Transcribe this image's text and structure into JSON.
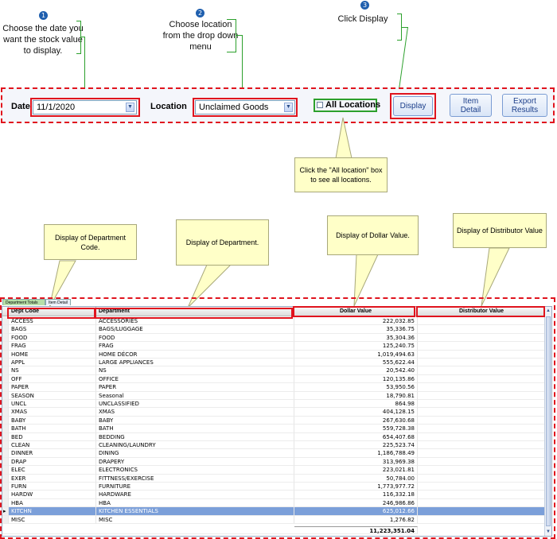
{
  "steps": [
    {
      "number": "1",
      "text": "Choose the date you want the stock value to display."
    },
    {
      "number": "2",
      "text": "Choose location from the drop down menu"
    },
    {
      "number": "3",
      "text": "Click Display"
    }
  ],
  "toolbar": {
    "date_label": "Date",
    "date_value": "11/1/2020",
    "location_label": "Location",
    "location_value": "Unclaimed Goods",
    "all_locations_label": "All Locations",
    "display_button": "Display",
    "item_detail_button": "Item Detail",
    "export_results_button": "Export Results"
  },
  "callouts": {
    "all_locations": "Click the \"All location\" box to see all locations.",
    "dept_code": "Display of Department Code.",
    "department": "Display of Department.",
    "dollar_value": "Display of Dollar Value.",
    "distributor_value": "Display of Distributor Value"
  },
  "tabs": [
    "Department Totals",
    "Item Detail"
  ],
  "columns": [
    "Dept Code",
    "Department",
    "Dollar Value",
    "Distributor Value"
  ],
  "rows": [
    {
      "code": "ACCESS",
      "dept": "ACCESSORIES",
      "dollar": "222,032.85"
    },
    {
      "code": "BAGS",
      "dept": "BAGS/LUGGAGE",
      "dollar": "35,336.75"
    },
    {
      "code": "FOOD",
      "dept": "FOOD",
      "dollar": "35,304.36"
    },
    {
      "code": "FRAG",
      "dept": "FRAG",
      "dollar": "125,240.75"
    },
    {
      "code": "HOME",
      "dept": "HOME DÉCOR",
      "dollar": "1,019,494.63"
    },
    {
      "code": "APPL",
      "dept": "LARGE APPLIANCES",
      "dollar": "555,622.44"
    },
    {
      "code": "NS",
      "dept": "NS",
      "dollar": "20,542.40"
    },
    {
      "code": "OFF",
      "dept": "OFFICE",
      "dollar": "120,135.86"
    },
    {
      "code": "PAPER",
      "dept": "PAPER",
      "dollar": "53,950.56"
    },
    {
      "code": "SEASON",
      "dept": "Seasonal",
      "dollar": "18,790.81"
    },
    {
      "code": "UNCL",
      "dept": "UNCLASSIFIED",
      "dollar": "864.98"
    },
    {
      "code": "XMAS",
      "dept": "XMAS",
      "dollar": "404,128.15"
    },
    {
      "code": "BABY",
      "dept": "BABY",
      "dollar": "267,630.68"
    },
    {
      "code": "BATH",
      "dept": "BATH",
      "dollar": "559,728.38"
    },
    {
      "code": "BED",
      "dept": "BEDDING",
      "dollar": "654,407.68"
    },
    {
      "code": "CLEAN",
      "dept": "CLEANING/LAUNDRY",
      "dollar": "225,523.74"
    },
    {
      "code": "DINNER",
      "dept": "DINING",
      "dollar": "1,186,788.49"
    },
    {
      "code": "DRAP",
      "dept": "DRAPERY",
      "dollar": "313,969.38"
    },
    {
      "code": "ELEC",
      "dept": "ELECTRONICS",
      "dollar": "223,021.81"
    },
    {
      "code": "EXER",
      "dept": "FITTNESS/EXERCISE",
      "dollar": "50,784.00"
    },
    {
      "code": "FURN",
      "dept": "FURNITURE",
      "dollar": "1,773,977.72"
    },
    {
      "code": "HARDW",
      "dept": "HARDWARE",
      "dollar": "116,332.18"
    },
    {
      "code": "HBA",
      "dept": "HBA",
      "dollar": "246,986.86"
    },
    {
      "code": "KITCHN",
      "dept": "KITCHEN ESSENTIALS",
      "dollar": "625,012.66"
    },
    {
      "code": "MISC",
      "dept": "MISC",
      "dollar": "1,276.82"
    }
  ],
  "selected_row": "KITCHN",
  "total": "11,223,351.04",
  "icons": {
    "dropdown": "chevron-down-icon",
    "checkbox": "checkbox-icon",
    "row_indicator": "triangle-right-icon"
  }
}
